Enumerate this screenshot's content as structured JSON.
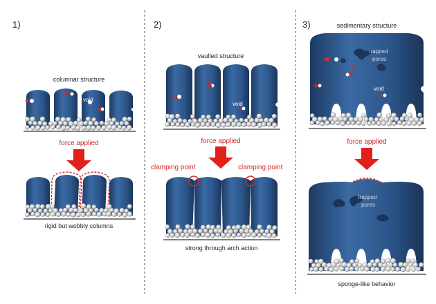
{
  "panel1": {
    "number": "1)",
    "label_top": "columnar structure",
    "void": "void",
    "force": "force applied",
    "label_bottom": "rigid but wobbly columns"
  },
  "panel2": {
    "number": "2)",
    "label_top": "vaulted structure",
    "void": "void",
    "force": "force applied",
    "clamp_left": "clamping point",
    "clamp_right": "clamping point",
    "label_bottom": "strong through arch action"
  },
  "panel3": {
    "number": "3)",
    "label_top": "sedimentary structure",
    "pores_top": "trapped\npores",
    "void": "void",
    "force": "force applied",
    "pores_bottom": "trapped\npores",
    "label_bottom": "sponge-like behavior"
  },
  "colors": {
    "column": "#2f5a8e",
    "column_dark": "#1f3f68",
    "highlight": "#cc2a2a",
    "particle": "#d8d8d8"
  }
}
